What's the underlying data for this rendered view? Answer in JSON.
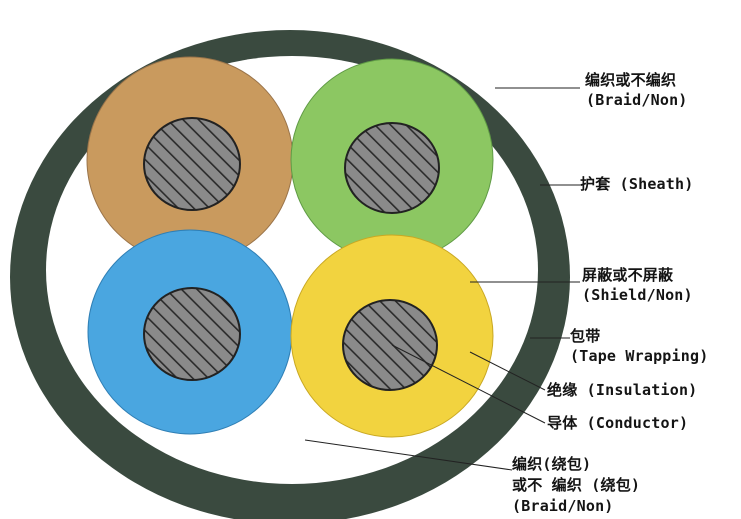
{
  "labels": {
    "braid_outer": {
      "cn": "编织或不编织",
      "en": "(Braid/Non)"
    },
    "sheath": "护套 (Sheath)",
    "shield": {
      "cn": "屏蔽或不屏蔽",
      "en": "(Shield/Non)"
    },
    "tape": {
      "cn": "包带",
      "en": "(Tape Wrapping)"
    },
    "insulation": "绝缘 (Insulation)",
    "conductor": "导体 (Conductor)",
    "braid_inner": {
      "line1": "编织(绕包)",
      "line2": "或不 编织 (绕包)",
      "line3": "(Braid/Non)"
    }
  },
  "colors": {
    "sheath": "#3a4a3f",
    "filler": "#ffffff",
    "core_brown": "#c99a5e",
    "core_green": "#8cc762",
    "core_blue": "#4aa6e0",
    "core_yellow": "#f2d33f",
    "conductor": "#8a8a8a",
    "conductor_hatch": "#2a2a2a"
  }
}
